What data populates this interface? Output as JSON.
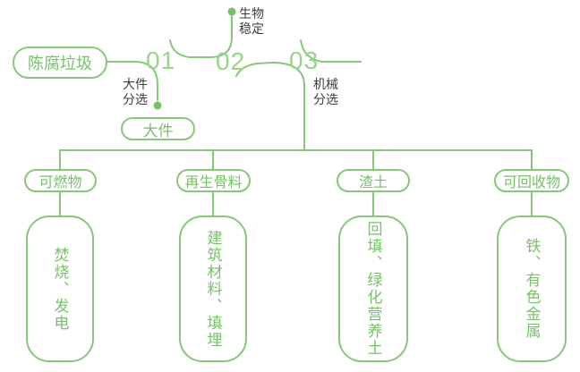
{
  "colors": {
    "line_green": "#86C77A",
    "text_green": "#76C167",
    "number_green": "#9CD28B",
    "label_dark": "#3C3C3C",
    "background": "#FFFFFF"
  },
  "source": {
    "label": "陈腐垃圾"
  },
  "stages": [
    {
      "number": "01",
      "label": "大件\n分选",
      "output": {
        "label": "大件"
      }
    },
    {
      "number": "02",
      "label": "生物\n稳定"
    },
    {
      "number": "03",
      "label": "机械\n分选"
    }
  ],
  "branches": [
    {
      "category": "可燃物",
      "detail": "焚烧、发电"
    },
    {
      "category": "再生骨料",
      "detail": "建筑材料、填埋"
    },
    {
      "category": "渣土",
      "detail": "回填、绿化营养土"
    },
    {
      "category": "可回收物",
      "detail": "铁、有色金属"
    }
  ]
}
